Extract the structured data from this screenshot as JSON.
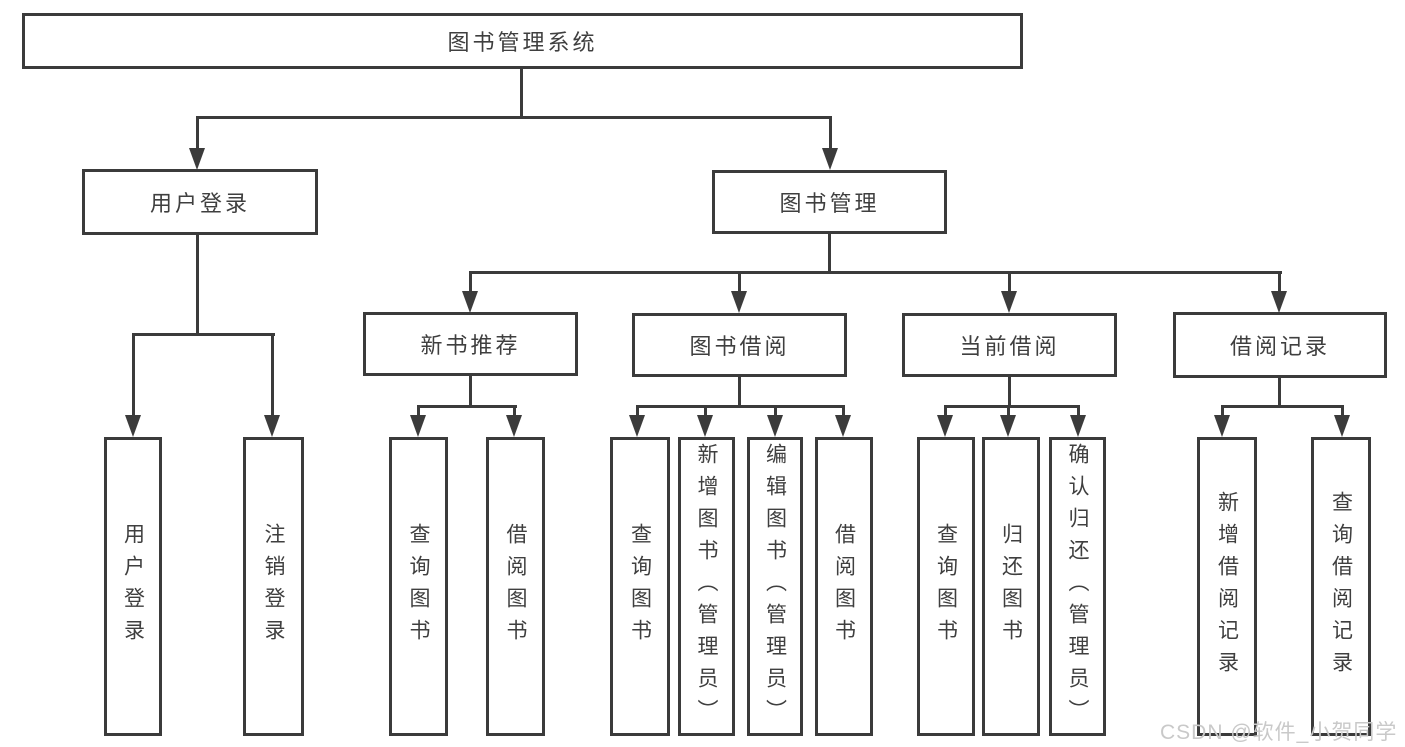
{
  "diagram": {
    "title": "图书管理系统",
    "nodes": {
      "root": "图书管理系统",
      "user_login": "用户登录",
      "book_mgmt": "图书管理",
      "new_books": "新书推荐",
      "book_borrow": "图书借阅",
      "current_borrow": "当前借阅",
      "borrow_records": "借阅记录",
      "leaf_user_login": "用户登录",
      "leaf_logout": "注销登录",
      "leaf_nb_query": "查询图书",
      "leaf_nb_borrow": "借阅图书",
      "leaf_bb_query": "查询图书",
      "leaf_bb_add": "新增图书（管理员）",
      "leaf_bb_edit": "编辑图书（管理员）",
      "leaf_bb_borrow": "借阅图书",
      "leaf_cb_query": "查询图书",
      "leaf_cb_return": "归还图书",
      "leaf_cb_confirm": "确认归还（管理员）",
      "leaf_br_add": "新增借阅记录",
      "leaf_br_query": "查询借阅记录"
    },
    "watermark": "CSDN @软件_小贺同学",
    "colors": {
      "line": "#3b3b3b",
      "text": "#3f3f3f",
      "background": "#ffffff",
      "watermark": "#c9c9c9"
    }
  }
}
